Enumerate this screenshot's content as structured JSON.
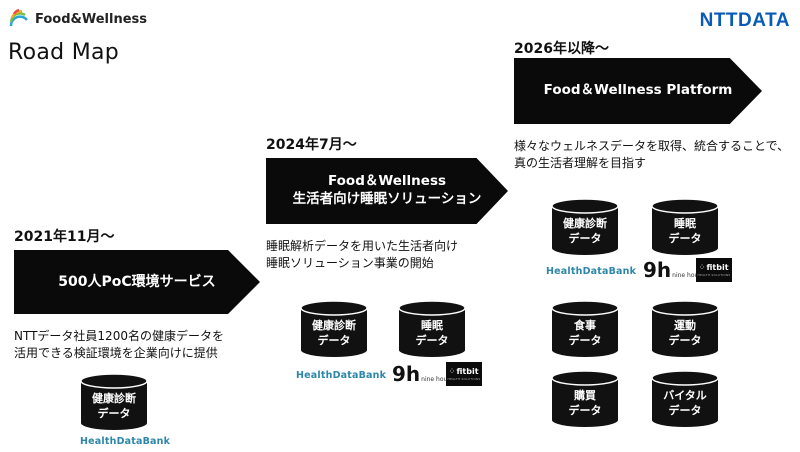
{
  "header": {
    "logo_text": "Food&Wellness",
    "title": "Road Map",
    "brand": "NTTDATA",
    "logo_colors": [
      "#e94e3c",
      "#f5a623",
      "#7ac143",
      "#2aa5d8"
    ]
  },
  "phase1": {
    "date": "2021年11月～",
    "arrow_line1": "500人PoC環境サービス",
    "desc_line1": "NTTデータ社員1200名の健康データを",
    "desc_line2": "活用できる検証環境を企業向けに提供",
    "db": {
      "line1": "健康診断",
      "line2": "データ"
    },
    "partner": "HealthDataBank"
  },
  "phase2": {
    "date": "2024年7月～",
    "arrow_line1": "Food＆Wellness",
    "arrow_line2": "生活者向け睡眠ソリューション",
    "desc_line1": "睡眠解析データを用いた生活者向け",
    "desc_line2": "睡眠ソリューション事業の開始",
    "db1": {
      "line1": "健康診断",
      "line2": "データ"
    },
    "db2": {
      "line1": "睡眠",
      "line2": "データ"
    },
    "partner_hdb": "HealthDataBank",
    "partner_nh_g": "9h",
    "partner_nh_text": "nine hours",
    "partner_fitbit": "fitbit",
    "partner_fitbit_sub": "HEALTH SOLUTIONS"
  },
  "phase3": {
    "date": "2026年以降～",
    "arrow_line1": "Food＆Wellness Platform",
    "desc_line1": "様々なウェルネスデータを取得、統合することで、",
    "desc_line2": "真の生活者理解を目指す",
    "db1": {
      "line1": "健康診断",
      "line2": "データ"
    },
    "db2": {
      "line1": "睡眠",
      "line2": "データ"
    },
    "db3": {
      "line1": "食事",
      "line2": "データ"
    },
    "db4": {
      "line1": "運動",
      "line2": "データ"
    },
    "db5": {
      "line1": "購買",
      "line2": "データ"
    },
    "db6": {
      "line1": "バイタル",
      "line2": "データ"
    },
    "partner_hdb": "HealthDataBank",
    "partner_nh_g": "9h",
    "partner_nh_text": "nine hours",
    "partner_fitbit": "fitbit",
    "partner_fitbit_sub": "HEALTH SOLUTIONS"
  }
}
